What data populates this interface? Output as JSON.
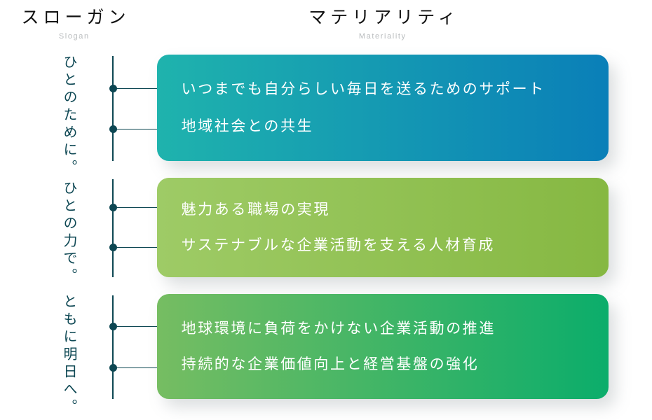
{
  "headers": {
    "slogan": {
      "jp": "スローガン",
      "en": "Slogan"
    },
    "materiality": {
      "jp": "マテリアリティ",
      "en": "Materiality"
    }
  },
  "theme": {
    "accent_dark": "#0d4753",
    "page_background": "#ffffff",
    "header_jp_color": "#111111",
    "header_en_color": "#b9bcbe",
    "card_text_color": "#ffffff"
  },
  "groups": [
    {
      "slogan": "ひとのために。",
      "gradient_from": "#1fb3ad",
      "gradient_to": "#0a7fb8",
      "items": [
        "いつまでも自分らしい毎日を送るためのサポート",
        "地域社会との共生"
      ]
    },
    {
      "slogan": "ひとの力で。",
      "gradient_from": "#9ecb66",
      "gradient_to": "#86b842",
      "items": [
        "魅力ある職場の実現",
        "サステナブルな企業活動を支える人材育成"
      ]
    },
    {
      "slogan": "ともに明日へ。",
      "gradient_from": "#76bd62",
      "gradient_to": "#0bad6b",
      "items": [
        "地球環境に負荷をかけない企業活動の推進",
        "持続的な企業価値向上と経営基盤の強化"
      ]
    }
  ]
}
